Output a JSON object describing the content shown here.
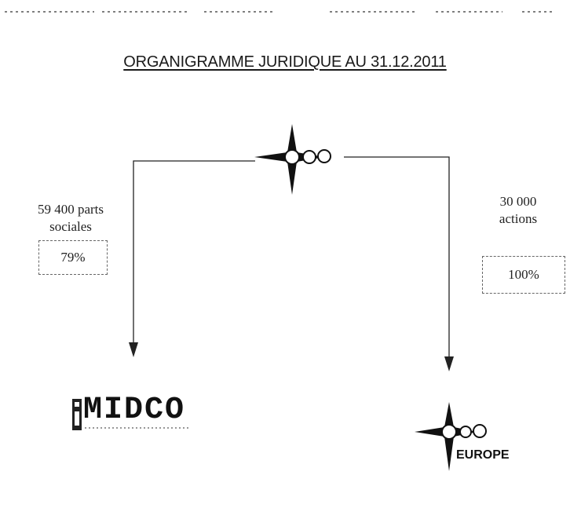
{
  "document": {
    "title": "ORGANIGRAMME JURIDIQUE AU 31.12.2011"
  },
  "left_link": {
    "shares_line1": "59 400 parts",
    "shares_line2": "sociales",
    "percent": "79%"
  },
  "right_link": {
    "shares_line1": "30 000",
    "shares_line2": "actions",
    "percent": "100%"
  },
  "left_entity": {
    "logo_text": "MIDCO",
    "logo_icon": "midco-logo"
  },
  "right_entity": {
    "logo_text": "EUROPE",
    "logo_icon": "star-circles-logo"
  },
  "parent_entity": {
    "logo_icon": "star-circles-logo"
  }
}
